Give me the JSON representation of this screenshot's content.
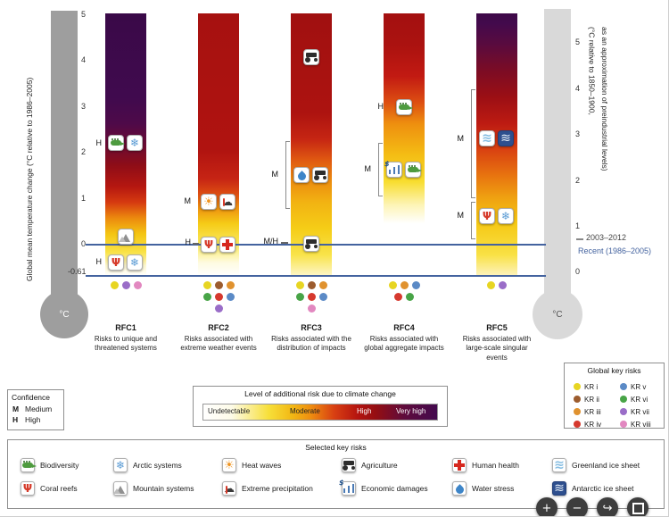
{
  "chart_data": {
    "type": "heatmap",
    "title": "",
    "ylabel": "Global mean temperature change (°C relative to 1986–2005)",
    "ylabel_right": "(°C relative to 1850–1900, as an approximation of preindustrial levels)",
    "ylim": [
      -0.61,
      5
    ],
    "risk_levels": [
      "Undetectable",
      "Moderate",
      "High",
      "Very high"
    ],
    "reference_lines": [
      {
        "label": "2003–2012",
        "y": 0.06
      },
      {
        "label": "Recent (1986–2005)",
        "y": 0
      }
    ],
    "categories": [
      "RFC1",
      "RFC2",
      "RFC3",
      "RFC4",
      "RFC5"
    ],
    "series": [
      {
        "name": "RFC1",
        "label": "Risks to unique and threatened systems",
        "risk_transitions": {
          "undetectable_to_moderate": -0.3,
          "moderate_to_high": 0.7,
          "high_to_very_high": 2.6
        },
        "annotations": [
          {
            "temp": 2.1,
            "confidence": "H",
            "icons": [
              "biodiversity",
              "arctic-systems"
            ]
          },
          {
            "temp": 0.15,
            "confidence": "",
            "icons": [
              "mountain-systems"
            ]
          },
          {
            "temp": -0.4,
            "confidence": "H",
            "icons": [
              "coral-reefs",
              "arctic-systems"
            ]
          }
        ],
        "key_risks": [
          "KR i",
          "KR vii",
          "KR viii"
        ]
      },
      {
        "name": "RFC2",
        "label": "Risks associated with extreme weather events",
        "risk_transitions": {
          "undetectable_to_moderate": -0.2,
          "moderate_to_high": 1.0,
          "high_to_very_high": null
        },
        "annotations": [
          {
            "temp": 0.9,
            "confidence": "M",
            "icons": [
              "heat-waves",
              "extreme-precipitation"
            ]
          },
          {
            "temp": 0.0,
            "confidence": "H",
            "icons": [
              "coral-reefs",
              "human-health"
            ]
          }
        ],
        "key_risks": [
          "KR i",
          "KR ii",
          "KR iii",
          "KR iv",
          "KR v",
          "KR vi",
          "KR vii"
        ]
      },
      {
        "name": "RFC3",
        "label": "Risks associated with the distribution of impacts",
        "risk_transitions": {
          "undetectable_to_moderate": -0.4,
          "moderate_to_high": 1.6,
          "high_to_very_high": null
        },
        "annotations": [
          {
            "temp": 4.1,
            "confidence": "",
            "icons": [
              "agriculture"
            ]
          },
          {
            "temp": 1.5,
            "confidence": "M",
            "icons": [
              "water-stress",
              "agriculture"
            ]
          },
          {
            "temp": 0.0,
            "confidence": "M/H",
            "icons": [
              "agriculture"
            ]
          }
        ],
        "key_risks": [
          "KR i",
          "KR ii",
          "KR iii",
          "KR iv",
          "KR v",
          "KR vi",
          "KR viii"
        ]
      },
      {
        "name": "RFC4",
        "label": "Risks associated with global aggregate impacts",
        "risk_transitions": {
          "undetectable_to_moderate": 1.0,
          "moderate_to_high": 3.0,
          "high_to_very_high": null
        },
        "annotations": [
          {
            "temp": 2.95,
            "confidence": "H",
            "icons": [
              "biodiversity"
            ]
          },
          {
            "temp": 1.6,
            "confidence": "M",
            "icons": [
              "economic-damages",
              "biodiversity"
            ]
          }
        ],
        "key_risks": [
          "KR i",
          "KR iii",
          "KR v",
          "KR iv",
          "KR vi"
        ]
      },
      {
        "name": "RFC5",
        "label": "Risks associated with large-scale singular events",
        "risk_transitions": {
          "undetectable_to_moderate": -0.3,
          "moderate_to_high": 2.6,
          "high_to_very_high": 4.6
        },
        "annotations": [
          {
            "temp": 2.3,
            "confidence": "M",
            "icons": [
              "greenland-ice-sheet",
              "antarctic-ice-sheet"
            ]
          },
          {
            "temp": 0.6,
            "confidence": "M",
            "icons": [
              "coral-reefs",
              "arctic-systems"
            ]
          }
        ],
        "key_risks": [
          "KR i",
          "KR vii"
        ]
      }
    ]
  },
  "figure": {
    "left_axis": {
      "label": "Global mean temperature change (°C relative to 1986–2005)",
      "ticks": [
        "5",
        "4",
        "3",
        "2",
        "1",
        "0",
        "-0.61"
      ],
      "unit": "°C"
    },
    "right_axis": {
      "label_line1": "(°C relative to 1850–1900,",
      "label_line2": "as an approximation of preindustrial levels)",
      "ticks": [
        "5",
        "4",
        "3",
        "2",
        "1",
        "0"
      ],
      "unit": "°C"
    },
    "annotations": {
      "period": "2003–2012",
      "recent": "Recent (1986–2005)"
    },
    "rfcs": [
      {
        "name": "RFC1",
        "desc": "Risks to unique and threatened systems",
        "markers": [
          "H",
          "H"
        ],
        "dot_rows": [
          [
            "#e7d522",
            "#9a6dc8",
            "#e288c0"
          ]
        ]
      },
      {
        "name": "RFC2",
        "desc": "Risks associated with extreme weather events",
        "markers": [
          "M",
          "H"
        ],
        "dot_rows": [
          [
            "#e7d522",
            "#9c5c2e",
            "#e0922f"
          ],
          [
            "#48a447",
            "#d6392e",
            "#5b8ac6"
          ],
          [
            "#9a6dc8"
          ]
        ]
      },
      {
        "name": "RFC3",
        "desc": "Risks associated with the distribution of impacts",
        "markers": [
          "M",
          "M/H"
        ],
        "dot_rows": [
          [
            "#e7d522",
            "#9c5c2e",
            "#e0922f"
          ],
          [
            "#48a447",
            "#d6392e",
            "#5b8ac6"
          ],
          [
            "#e288c0"
          ]
        ]
      },
      {
        "name": "RFC4",
        "desc": "Risks associated with global aggregate impacts",
        "markers": [
          "H",
          "M"
        ],
        "dot_rows": [
          [
            "#e7d522",
            "#e0922f",
            "#5b8ac6"
          ],
          [
            "#d6392e",
            "#48a447"
          ]
        ]
      },
      {
        "name": "RFC5",
        "desc": "Risks associated with large-scale singular events",
        "markers": [
          "M",
          "M"
        ],
        "dot_rows": [
          [
            "#e7d522",
            "#9a6dc8"
          ]
        ]
      }
    ],
    "bar_icons": {
      "rfc1": [
        [
          "biodiversity",
          "arctic-systems"
        ],
        [
          "mountain-systems"
        ],
        [
          "coral-reefs",
          "arctic-systems"
        ]
      ],
      "rfc2": [
        [
          "heat-waves",
          "extreme-precipitation"
        ],
        [
          "coral-reefs",
          "human-health"
        ]
      ],
      "rfc3": [
        [
          "agriculture"
        ],
        [
          "water-stress",
          "agriculture"
        ],
        [
          "agriculture"
        ]
      ],
      "rfc4": [
        [
          "biodiversity"
        ],
        [
          "economic-damages",
          "biodiversity"
        ]
      ],
      "rfc5": [
        [
          "greenland-ice-sheet",
          "antarctic-ice-sheet"
        ],
        [
          "coral-reefs",
          "arctic-systems"
        ]
      ]
    },
    "confidence": {
      "title": "Confidence",
      "items": [
        {
          "key": "M",
          "label": "Medium"
        },
        {
          "key": "H",
          "label": "High"
        }
      ]
    },
    "risk_scale": {
      "title": "Level of additional risk due to climate change",
      "levels": [
        "Undetectable",
        "Moderate",
        "High",
        "Very high"
      ]
    },
    "global_key_risks": {
      "title": "Global key risks",
      "items": [
        {
          "label": "KR i",
          "color": "#e7d522"
        },
        {
          "label": "KR ii",
          "color": "#9c5c2e"
        },
        {
          "label": "KR iii",
          "color": "#e0922f"
        },
        {
          "label": "KR iv",
          "color": "#d6392e"
        },
        {
          "label": "KR v",
          "color": "#5b8ac6"
        },
        {
          "label": "KR vi",
          "color": "#48a447"
        },
        {
          "label": "KR vii",
          "color": "#9a6dc8"
        },
        {
          "label": "KR viii",
          "color": "#e288c0"
        }
      ]
    },
    "selected_key_risks": {
      "title": "Selected key risks",
      "items": [
        {
          "label": "Biodiversity",
          "icon": "biodiversity"
        },
        {
          "label": "Arctic systems",
          "icon": "arctic-systems"
        },
        {
          "label": "Heat waves",
          "icon": "heat-waves"
        },
        {
          "label": "Agriculture",
          "icon": "agriculture"
        },
        {
          "label": "Human health",
          "icon": "human-health"
        },
        {
          "label": "Greenland ice sheet",
          "icon": "greenland-ice-sheet"
        },
        {
          "label": "Coral reefs",
          "icon": "coral-reefs"
        },
        {
          "label": "Mountain systems",
          "icon": "mountain-systems"
        },
        {
          "label": "Extreme precipitation",
          "icon": "extreme-precipitation"
        },
        {
          "label": "Economic damages",
          "icon": "economic-damages"
        },
        {
          "label": "Water stress",
          "icon": "water-stress"
        },
        {
          "label": "Antarctic ice sheet",
          "icon": "antarctic-ice-sheet"
        }
      ]
    }
  },
  "viewer_controls": {
    "zoom_in": "+",
    "zoom_out": "−",
    "share": "↪"
  }
}
